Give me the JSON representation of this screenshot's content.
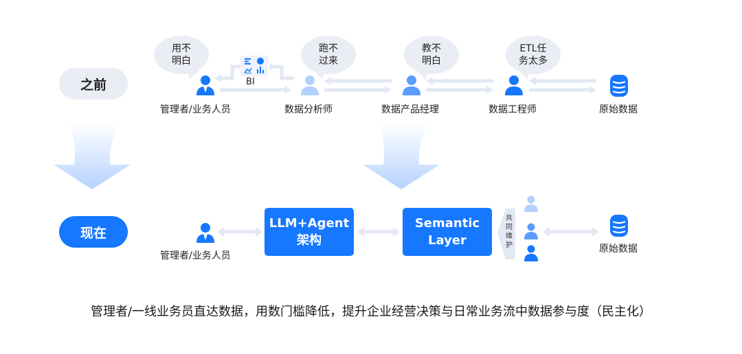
{
  "before": {
    "label": "之前",
    "bubbles": [
      "用不\n明白",
      "跑不\n过来",
      "教不\n明白",
      "ETL任\n务太多"
    ],
    "nodes": [
      "管理者/业务人员",
      "数据分析师",
      "数据产品经理",
      "数据工程师",
      "原始数据"
    ],
    "bi_label": "BI"
  },
  "now": {
    "label": "现在",
    "nodes": {
      "user": "管理者/业务人员",
      "data": "原始数据"
    },
    "llm_box": "LLM+Agent\n架构",
    "semantic_box": "Semantic\nLayer",
    "co_maintain": "共同维护"
  },
  "footer": "管理者/一线业务员直达数据，用数门槛降低，提升企业经营决策与日常业务流中数据参与度（民主化）",
  "colors": {
    "accent": "#1677ff",
    "accent_mid": "#5a9cff",
    "accent_light": "#b3d1ff",
    "pill_bg": "#ebedf5",
    "connector": "#e3e8f5"
  }
}
